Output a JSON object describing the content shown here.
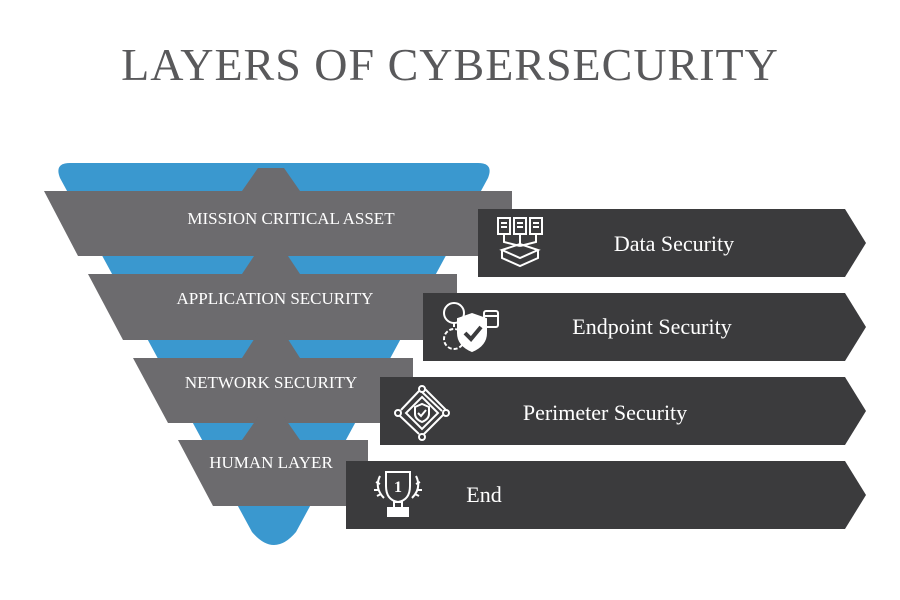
{
  "title": "LAYERS OF CYBERSECURITY",
  "colors": {
    "funnel": "#3a98cf",
    "layer_band": "#6c6b6e",
    "arrow": "#3b3b3d",
    "text_light": "#ffffff",
    "title": "#59595b"
  },
  "layers": [
    {
      "label": "MISSION CRITICAL ASSET",
      "arrow_label": "Data Security",
      "icon": "documents-tray-icon"
    },
    {
      "label": "APPLICATION SECURITY",
      "arrow_label": "Endpoint Security",
      "icon": "shield-gear-icon"
    },
    {
      "label": "NETWORK SECURITY",
      "arrow_label": "Perimeter Security",
      "icon": "network-shield-icon"
    },
    {
      "label": "HUMAN LAYER",
      "arrow_label": "End",
      "icon": "trophy-icon"
    }
  ]
}
